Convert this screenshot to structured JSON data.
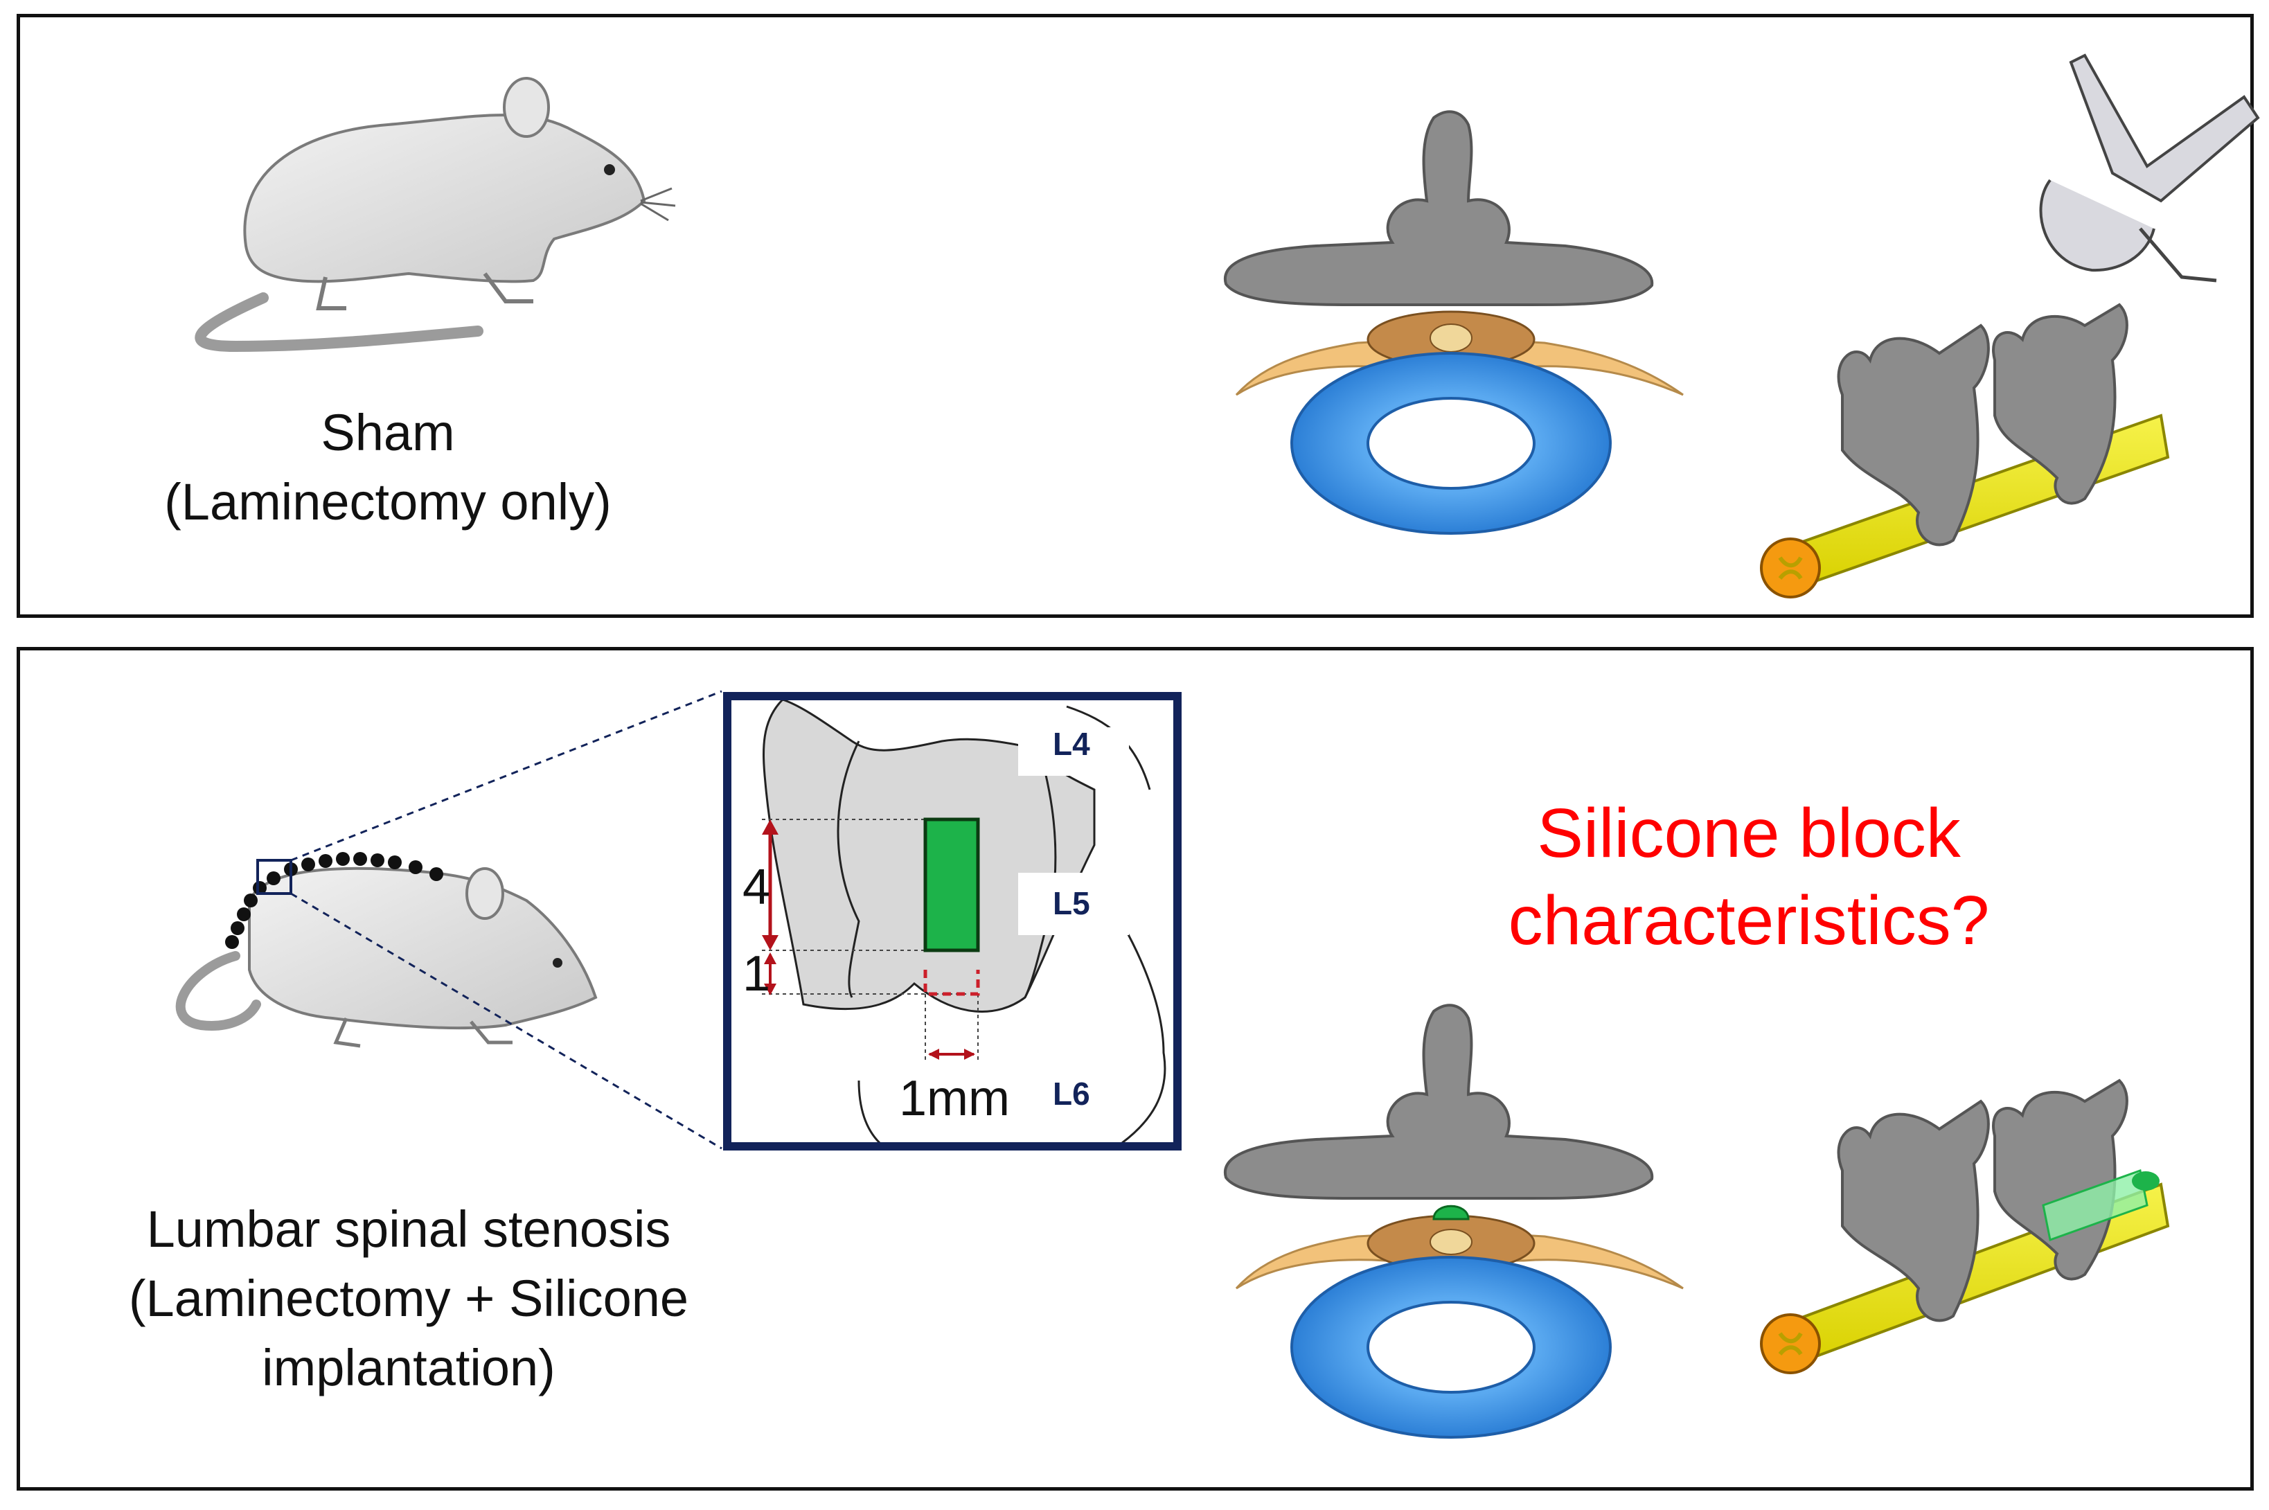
{
  "top_panel": {
    "label_line1": "Sham",
    "label_line2": "(Laminectomy only)"
  },
  "bottom_panel": {
    "label_line1": "Lumbar spinal stenosis",
    "label_line2": "(Laminectomy + Silicone",
    "label_line3": "implantation)",
    "question_line1": "Silicone block",
    "question_line2": "characteristics?",
    "inset": {
      "levels": [
        "L4",
        "L5",
        "L6"
      ],
      "dim_length": "4",
      "dim_gap": "1",
      "dim_width": "1mm"
    }
  },
  "colors": {
    "question_text": "#ff0000",
    "silicone_block": "#1db34a",
    "vertebral_body": "#3a8ee0",
    "spinal_cord": "#e8e000",
    "bone": "#8c8c8c",
    "dimension_arrows": "#b3121b",
    "inset_frame": "#12235a"
  }
}
